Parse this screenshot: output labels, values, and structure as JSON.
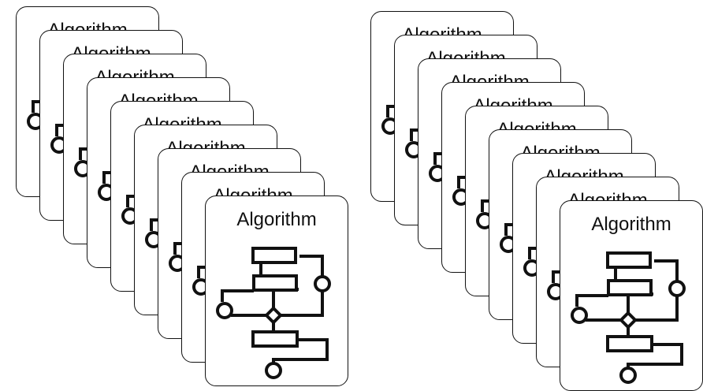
{
  "stacks": [
    {
      "name": "left-stack",
      "cards": [
        {
          "title": "Algorithm"
        },
        {
          "title": "Algorithm"
        },
        {
          "title": "Algorithm"
        },
        {
          "title": "Algorithm"
        },
        {
          "title": "Algorithm"
        },
        {
          "title": "Algorithm"
        },
        {
          "title": "Algorithm"
        },
        {
          "title": "Algorithm"
        },
        {
          "title": "Algorithm"
        }
      ]
    },
    {
      "name": "right-stack",
      "cards": [
        {
          "title": "Algorithm"
        },
        {
          "title": "Algorithm"
        },
        {
          "title": "Algorithm"
        },
        {
          "title": "Algorithm"
        },
        {
          "title": "Algorithm"
        },
        {
          "title": "Algorithm"
        },
        {
          "title": "Algorithm"
        },
        {
          "title": "Algorithm"
        },
        {
          "title": "Algorithm"
        }
      ]
    }
  ],
  "icon": "algorithm-flowchart-icon",
  "colors": {
    "stroke": "#111111",
    "card_bg": "#ffffff"
  }
}
